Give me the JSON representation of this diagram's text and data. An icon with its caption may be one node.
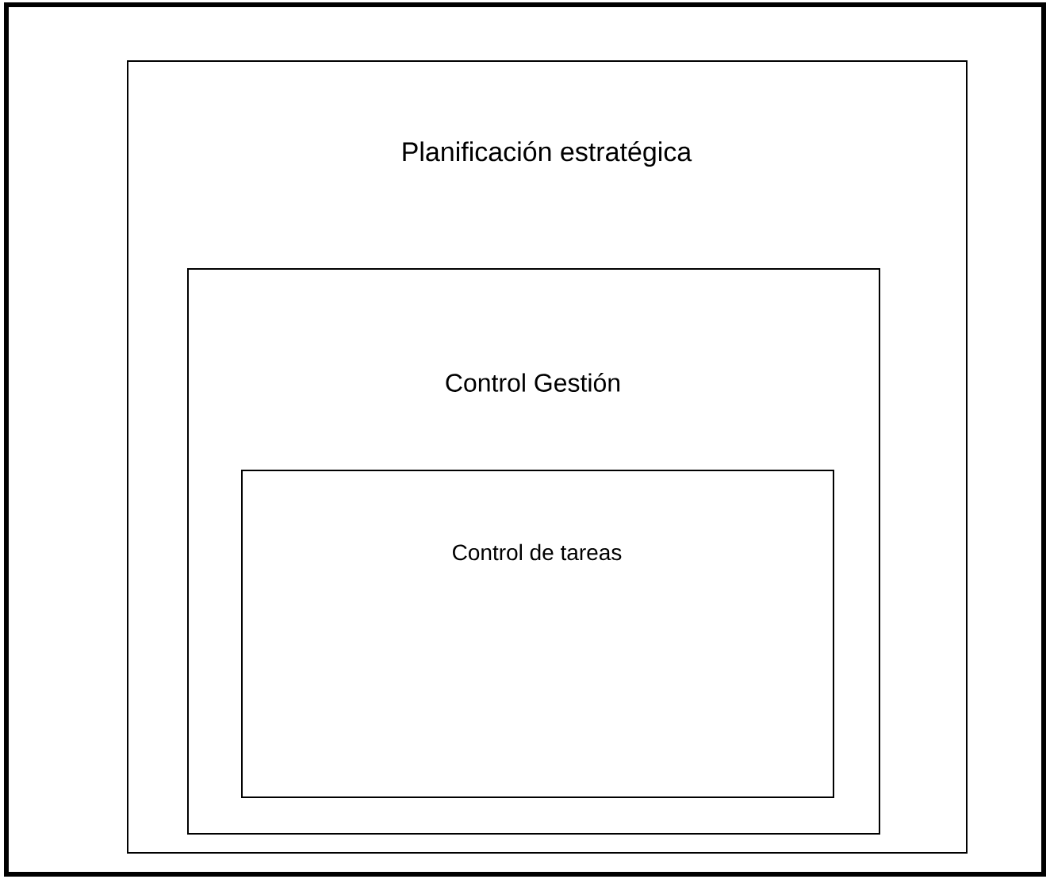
{
  "diagram": {
    "nodes": [
      {
        "text": [
          "Planificación estratégica"
        ]
      },
      {
        "text": [
          "Control Gestión"
        ],
        "in": 0
      },
      {
        "text": [
          "Control de tareas"
        ],
        "in": 1
      }
    ]
  }
}
